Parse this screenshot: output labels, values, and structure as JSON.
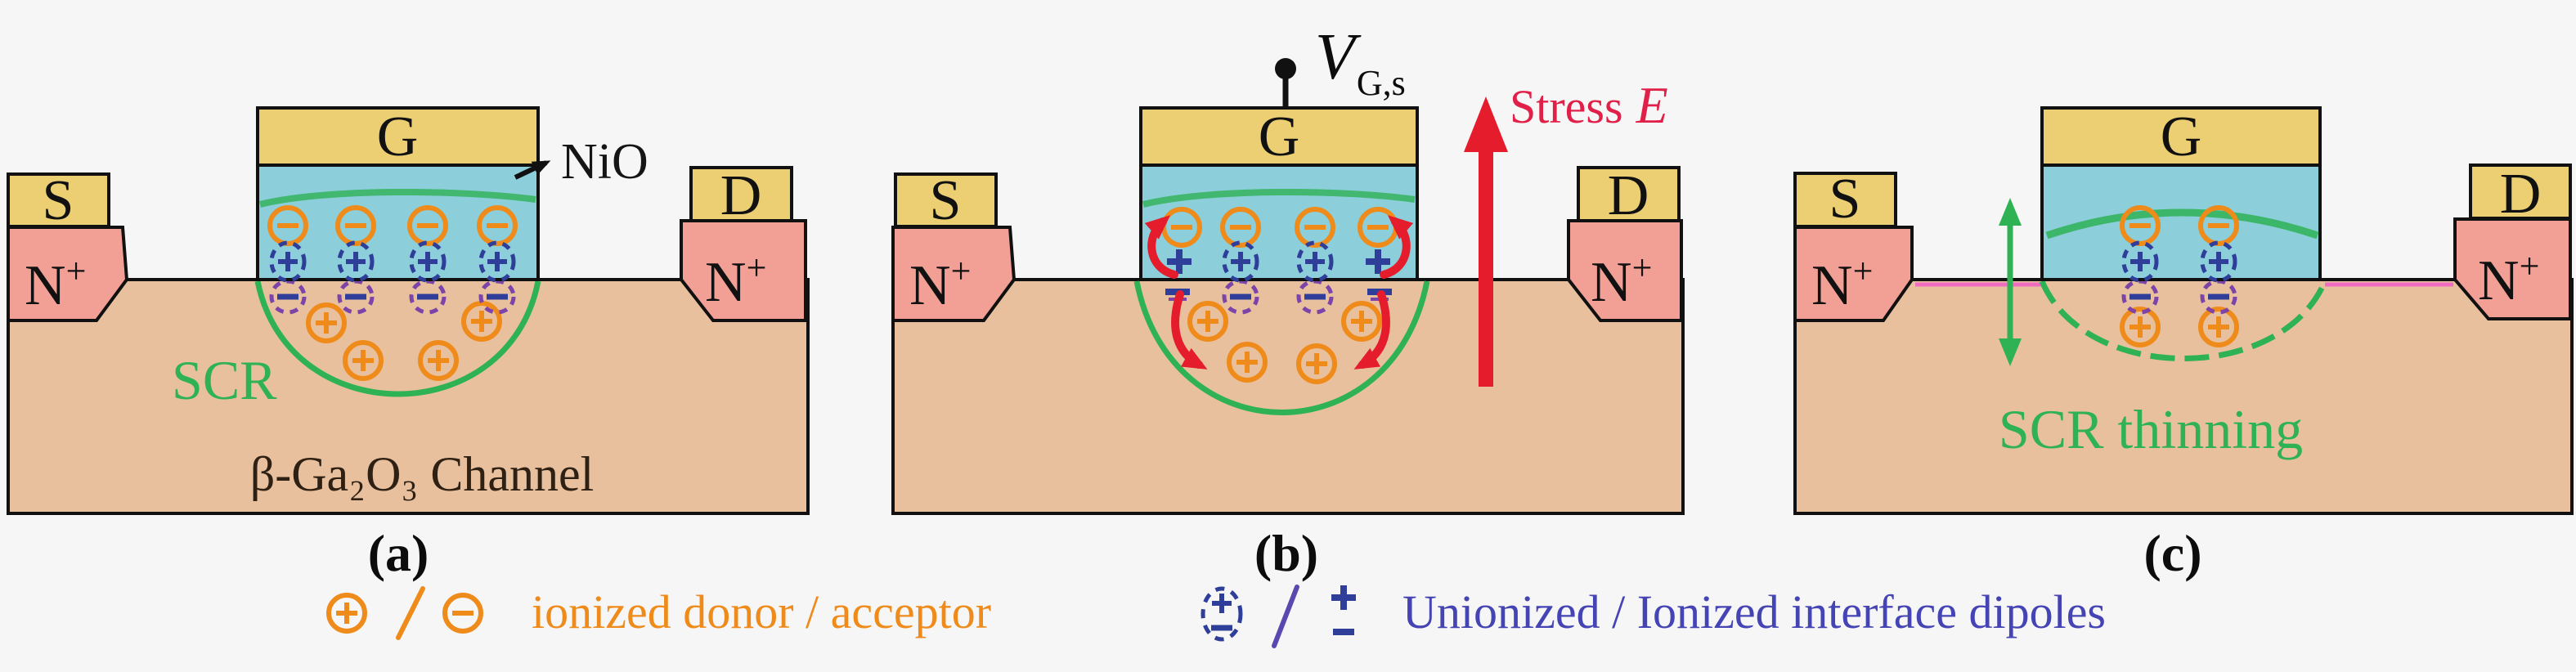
{
  "colors": {
    "bg": "#f6f6f6",
    "ink": "#111111",
    "substrate-tan": "#e9c09e",
    "nplus-pink": "#f2a095",
    "contact-gold": "#ebcf72",
    "nio-blue": "#8cced9",
    "scr-green": "#2eb254",
    "donor-orange": "#ee8b1b",
    "dipole-navy": "#2f3f99",
    "dipole-purple": "#7c43a8",
    "stress-red": "#e51c2c",
    "stress-text": "#e02048",
    "legend-blue": "#4544b4",
    "interface-pink": "#f06cc0",
    "channel-ink": "#2e2013"
  },
  "panels": [
    {
      "label": "(a)",
      "gate": "G",
      "source": "S",
      "drain": "D",
      "nplus_base": "N",
      "nplus_sup": "+",
      "nio_label": "NiO",
      "scr_label": "SCR",
      "channel_label": "β-Ga₂O₃ Channel"
    },
    {
      "label": "(b)",
      "gate": "G",
      "source": "S",
      "drain": "D",
      "nplus_base": "N",
      "nplus_sup": "+",
      "vgs_main": "V",
      "vgs_sub": "G,s",
      "stress_label": "Stress",
      "stress_symbol": "E"
    },
    {
      "label": "(c)",
      "gate": "G",
      "source": "S",
      "drain": "D",
      "nplus_base": "N",
      "nplus_sup": "+",
      "scr_thinning_label": "SCR thinning"
    }
  ],
  "legend": {
    "donor_acceptor_text": "ionized donor / acceptor",
    "dipoles_text": "Unionized / Ionized interface dipoles"
  }
}
